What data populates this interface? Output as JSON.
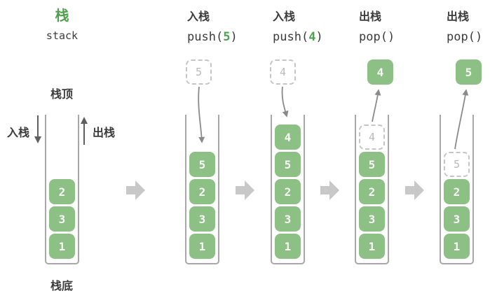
{
  "title": {
    "zh": "栈",
    "en": "stack"
  },
  "labels": {
    "stack_top": "栈顶",
    "stack_bottom": "栈底",
    "push_side": "入栈",
    "pop_side": "出栈"
  },
  "colors": {
    "item_green": "#8cc084",
    "accent_green": "#4ea04e",
    "text_dark": "#3c3c3c",
    "ghost_gray": "#b9b9b9",
    "tube_border": "#a8a8a8",
    "flow_arrow": "#8a8a8a",
    "step_arrow": "#c8c8c8"
  },
  "icons": {
    "step_arrow": "right-block-arrow",
    "push_flow": "curved-down-arrow",
    "pop_flow": "curved-up-arrow",
    "push_side": "down-arrow",
    "pop_side": "up-arrow"
  },
  "stages": [
    {
      "stack": [
        "2",
        "3",
        "1"
      ]
    },
    {
      "header": {
        "op": "入栈",
        "fn": "push(",
        "arg": "5",
        "close": ")"
      },
      "incoming": "5",
      "stack": [
        "5",
        "2",
        "3",
        "1"
      ]
    },
    {
      "header": {
        "op": "入栈",
        "fn": "push(",
        "arg": "4",
        "close": ")"
      },
      "incoming": "4",
      "stack": [
        "4",
        "5",
        "2",
        "3",
        "1"
      ]
    },
    {
      "header": {
        "op": "出栈",
        "fn": "pop()"
      },
      "popped": "4",
      "ghost": "4",
      "stack": [
        "5",
        "2",
        "3",
        "1"
      ]
    },
    {
      "header": {
        "op": "出栈",
        "fn": "pop()"
      },
      "popped": "5",
      "ghost": "5",
      "stack": [
        "2",
        "3",
        "1"
      ]
    }
  ]
}
